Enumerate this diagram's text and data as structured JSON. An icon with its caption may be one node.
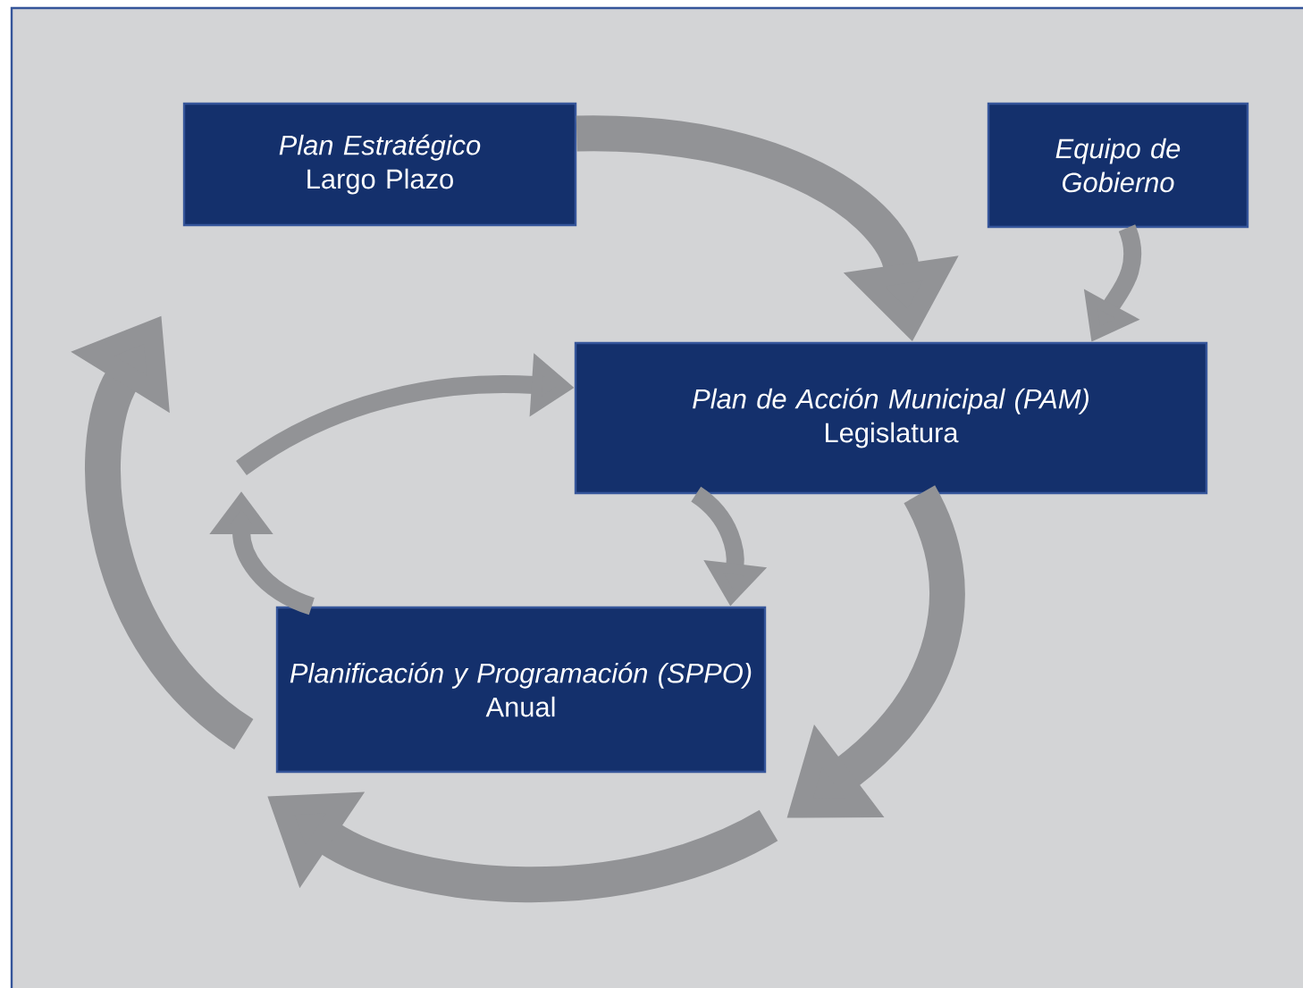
{
  "diagram": {
    "nodes": [
      {
        "text": [
          "Plan Estratégico",
          "Largo Plazo"
        ]
      },
      {
        "text": [
          "Equipo de Gobierno"
        ]
      },
      {
        "text": [
          "Plan de Acción Municipal (PAM)",
          "Legislatura"
        ]
      },
      {
        "text": [
          "Planificación y Programación (SPPO)",
          "Anual"
        ]
      }
    ],
    "edges": [
      {
        "from": 0,
        "to": 2,
        "arrow": "to",
        "style": "thick"
      },
      {
        "from": 1,
        "to": 2,
        "arrow": "to"
      },
      {
        "from": 2,
        "to": 3,
        "arrow": "to"
      },
      {
        "from": 3,
        "to": null,
        "arrow": "to"
      },
      {
        "from": null,
        "to": 2,
        "arrow": "to"
      },
      {
        "from": 2,
        "to": null,
        "arrow": "to",
        "style": "thick"
      },
      {
        "from": null,
        "to": 3,
        "arrow": "to",
        "style": "thick"
      },
      {
        "from": 3,
        "to": 0,
        "arrow": "to",
        "style": "thick"
      }
    ]
  }
}
